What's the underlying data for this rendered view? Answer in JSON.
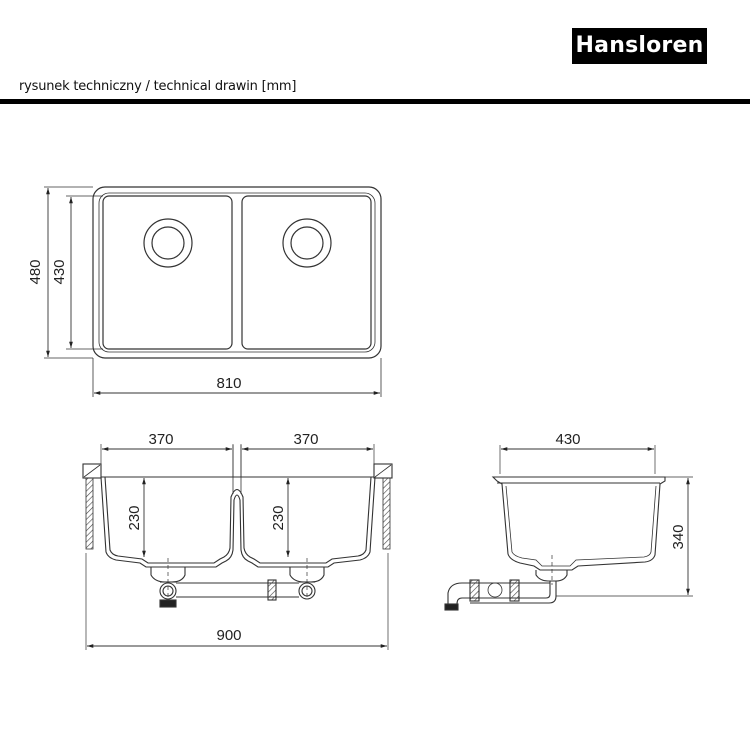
{
  "header": {
    "brand": "Hansloren",
    "subtitle": "rysunek techniczny / technical drawin [mm]"
  },
  "top_view": {
    "dim_outer_depth": "480",
    "dim_inner_depth": "430",
    "dim_width": "810"
  },
  "front_view": {
    "dim_left_bowl_width": "370",
    "dim_right_bowl_width": "370",
    "dim_left_bowl_depth": "230",
    "dim_right_bowl_depth": "230",
    "dim_overall_width": "900"
  },
  "side_view": {
    "dim_bowl_width": "430",
    "dim_total_height": "340"
  },
  "colors": {
    "line": "#333333",
    "brand_bg": "#000000",
    "brand_text": "#ffffff"
  }
}
